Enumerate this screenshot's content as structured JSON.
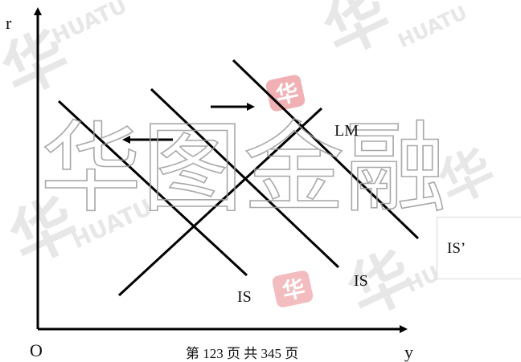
{
  "axes": {
    "y_label": "r",
    "x_label": "y",
    "origin_label": "O"
  },
  "curves": {
    "lm_label": "LM",
    "is_left_label": "IS",
    "is_mid_label": "IS",
    "is_shifted_label": "IS’"
  },
  "footer": {
    "page_text": "第 123 页  共 345 页"
  },
  "watermark": {
    "main_text": "华图金融",
    "brand_text": "HUATU",
    "logo_char": "华",
    "color": "#d8232a"
  }
}
